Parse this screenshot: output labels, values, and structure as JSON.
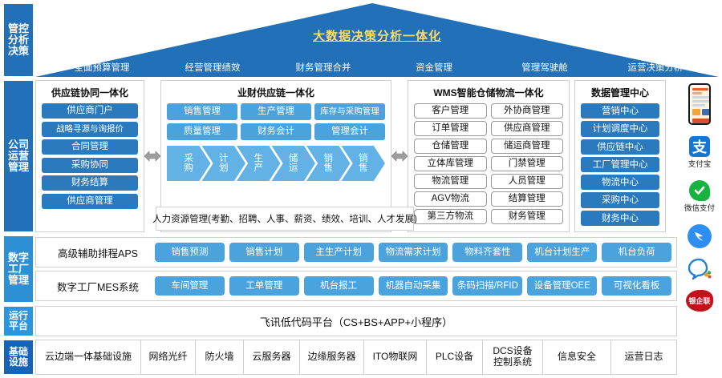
{
  "colors": {
    "header_blue": "#2271b8",
    "dark_button": "#2a7abd",
    "light_button": "#4aa3dd",
    "chevron": "#62b2e6",
    "title_gold": "#ffd966",
    "rail_blue": "#2271b8"
  },
  "rail": {
    "top": [
      "管控",
      "分析",
      "决策"
    ],
    "company": [
      "公司",
      "运营",
      "管理"
    ],
    "factory": [
      "数字",
      "工厂",
      "管理"
    ],
    "platform": [
      "运行",
      "平台"
    ],
    "infra": [
      "基础",
      "设施"
    ]
  },
  "header": {
    "title": "大数据决策分析一体化",
    "navs": [
      "全面预算管理",
      "经营管理绩效",
      "财务管理合并",
      "资金管理",
      "管理驾驶舱",
      "运营决策分析"
    ]
  },
  "panels": {
    "supply": {
      "title": "供应链协同一体化",
      "items": [
        "供应商门户",
        "战略寻源与询报价",
        "合同管理",
        "采购协同",
        "财务结算",
        "供应商管理"
      ]
    },
    "yecai": {
      "title": "业财供应链一体化",
      "row1": [
        "销售管理",
        "生产管理",
        "库存与采购管理"
      ],
      "row2": [
        "质量管理",
        "财务会计",
        "管理会计"
      ],
      "chevrons": [
        "采购",
        "计划",
        "生产",
        "储运",
        "销售",
        "销售"
      ],
      "hr": "人力资源管理(考勤、招聘、人事、薪资、绩效、培训、人才发展)"
    },
    "wms": {
      "title": "WMS智能仓储物流一体化",
      "left": [
        "客户管理",
        "订单管理",
        "仓储管理",
        "立体库管理",
        "物流管理",
        "AGV物流",
        "第三方物流"
      ],
      "right": [
        "外协商管理",
        "供应商管理",
        "储运商管理",
        "门禁管理",
        "人员管理",
        "结算管理",
        "财务管理"
      ]
    },
    "data": {
      "title": "数据管理中心",
      "items": [
        "营销中心",
        "计划调度中心",
        "供应链中心",
        "工厂管理中心",
        "物流中心",
        "采购中心",
        "财务中心"
      ]
    }
  },
  "factory": {
    "row1": {
      "label": "高级辅助排程APS",
      "items": [
        "销售预测",
        "销售计划",
        "主生产计划",
        "物流需求计划",
        "物料齐套性",
        "机台计划生产",
        "机台负荷"
      ]
    },
    "row2": {
      "label": "数字工厂MES系统",
      "items": [
        "车间管理",
        "工单管理",
        "机台报工",
        "机器自动采集",
        "条码扫描/RFID",
        "设备管理OEE",
        "可视化看板"
      ]
    }
  },
  "platform": {
    "text": "飞讯低代码平台（CS+BS+APP+小程序）"
  },
  "infra": {
    "cells": [
      {
        "text": "云边端一体基础设施",
        "width": 131
      },
      {
        "text": "网络光纤",
        "width": 68
      },
      {
        "text": "防火墙",
        "width": 60
      },
      {
        "text": "云服务器",
        "width": 70
      },
      {
        "text": "边缘服务器",
        "width": 80
      },
      {
        "text": "ITO物联网",
        "width": 78
      },
      {
        "text": "PLC设备",
        "width": 70
      },
      {
        "text": "DCS设备\n控制系统",
        "width": 75
      },
      {
        "text": "信息安全",
        "width": 85
      },
      {
        "text": "运营日志",
        "width": 83
      }
    ]
  },
  "icons": {
    "phone": "mobile-app-preview",
    "alipay_glyph": "支",
    "alipay_caption": "支付宝",
    "wechat_caption": "微信支付",
    "dingtalk": "dingtalk-icon",
    "qq": "qq-icon",
    "seal_text": "银企联"
  }
}
